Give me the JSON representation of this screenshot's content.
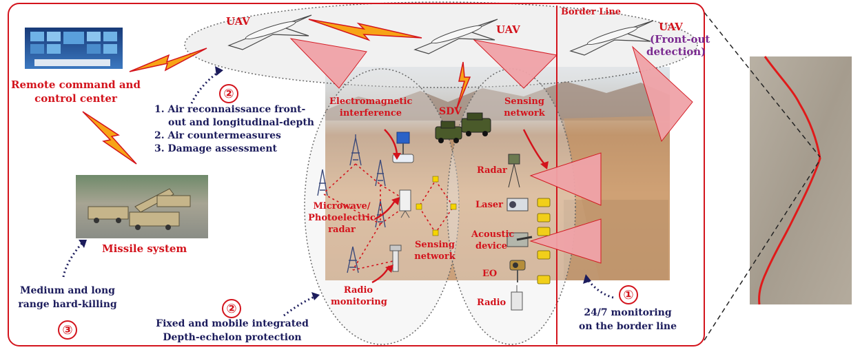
{
  "labels": {
    "uav_left": "UAV",
    "uav_middle": "UAV",
    "uav_right": "UAV",
    "front_out": "(Front-out",
    "detection": "detection)",
    "border_line": "Border Line",
    "command_center_1": "Remote command and",
    "command_center_2": "control center",
    "missile_system": "Missile system",
    "sdv": "SDV",
    "em_interference_1": "Electromagnetic",
    "em_interference_2": "interference",
    "sensing_network_top_1": "Sensing",
    "sensing_network_top_2": "network",
    "sensing_network_mid_1": "Sensing",
    "sensing_network_mid_2": "network",
    "microwave_1": "Microwave/",
    "microwave_2": "Photoelectric",
    "microwave_3": "radar",
    "radio_monitoring_1": "Radio",
    "radio_monitoring_2": "monitoring",
    "radar": "Radar",
    "laser": "Laser",
    "acoustic_1": "Acoustic",
    "acoustic_2": "device",
    "eo": "EO",
    "radio": "Radio"
  },
  "circled_numbers": {
    "air": "②",
    "depth": "②",
    "hard_kill": "③",
    "border": "①"
  },
  "air_tasks": [
    "1. Air reconnaissance front-",
    "out and longitudinal-depth",
    "2. Air countermeasures",
    "3. Damage assessment"
  ],
  "hard_kill_1": "Medium and long",
  "hard_kill_2": "range hard-killing",
  "depth_1": "Fixed and mobile integrated",
  "depth_2": "Depth-echelon protection",
  "border_monitor_1": "24/7 monitoring",
  "border_monitor_2": "on the border line",
  "colors": {
    "red": "#d3131c",
    "navy": "#1c1c5c",
    "purple": "#7a2a90",
    "sensor_cone": "#f0a3a8"
  },
  "icons": [
    "uav-icon",
    "lightning-icon",
    "radio-tower-icon",
    "vehicle-icon",
    "sensor-box-icon",
    "command-screen-icon",
    "missile-launcher-icon"
  ]
}
